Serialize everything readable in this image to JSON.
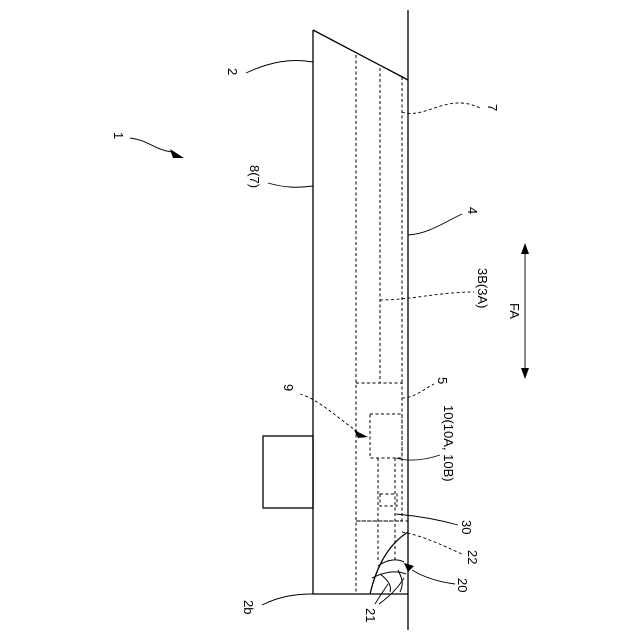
{
  "labels": {
    "ref_1": "1",
    "ref_2": "2",
    "ref_2b": "2b",
    "ref_3b": "3B(3A)",
    "ref_4": "4",
    "ref_5": "5",
    "ref_7": "7",
    "ref_8": "8(7)",
    "ref_9": "9",
    "ref_10": "10(10A, 10B)",
    "ref_20": "20",
    "ref_21": "21",
    "ref_22": "22",
    "ref_30": "30",
    "fa": "FA"
  }
}
